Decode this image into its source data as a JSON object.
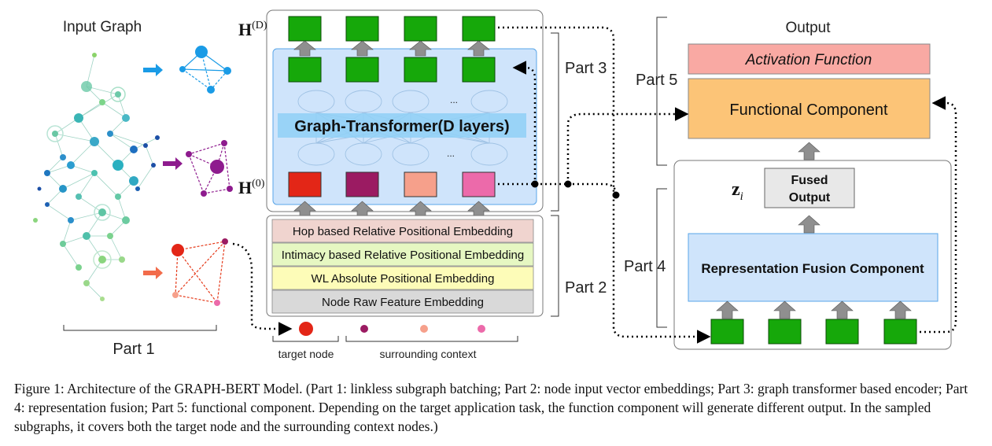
{
  "part1": {
    "title": "Input Graph",
    "label": "Part 1"
  },
  "part2": {
    "label": "Part 2",
    "embeddings": [
      "Hop based Relative Positional Embedding",
      "Intimacy based Relative Positional Embedding",
      "WL Absolute Positional Embedding",
      "Node Raw Feature Embedding"
    ],
    "embedding_colors": [
      "#f0d4cf",
      "#e6f7c2",
      "#fdfcb8",
      "#d9d9d9"
    ],
    "target_label": "target node",
    "context_label": "surrounding context"
  },
  "part3": {
    "label": "Part 3",
    "transformer_label": "Graph-Transformer(D layers)",
    "h_top_base": "H",
    "h_top_sup": "(D)",
    "h_bottom_base": "H",
    "h_bottom_sup": "(0)",
    "ellipsis": "...",
    "input_node_colors": [
      "#e32617",
      "#9b1b62",
      "#f6a08b",
      "#ec6aaa"
    ]
  },
  "part4": {
    "label": "Part 4",
    "fusion_label": "Representation Fusion Component",
    "fused_output_line1": "Fused",
    "fused_output_line2": "Output",
    "z_base": "z",
    "z_sub": "i"
  },
  "part5": {
    "label": "Part 5",
    "output_title": "Output",
    "activation_label": "Activation Function",
    "functional_label": "Functional Component"
  },
  "caption": {
    "text": "Figure 1: Architecture of the GRAPH-BERT Model. (Part 1: linkless subgraph batching; Part 2: node input vector embeddings; Part 3: graph transformer based encoder; Part 4: representation fusion; Part 5: functional component. Depending on the target application task, the function component will generate different output. In the sampled subgraphs, it covers both the target node and the surrounding context nodes.)"
  },
  "colors": {
    "green_node": "#16a80a",
    "transformer_bg": "#cfe4fb",
    "transformer_label_bg": "#8fd0f6",
    "fusion_bg": "#cfe4fb",
    "activation_bg": "#f9a9a3",
    "functional_bg": "#fcc477",
    "fused_output_bg": "#e8e8e8",
    "arrow_gray": "#8f8f8f",
    "subgraph_blue": "#1a9be6",
    "subgraph_purple": "#8e1b8e",
    "subgraph_red": "#e53a1a"
  }
}
